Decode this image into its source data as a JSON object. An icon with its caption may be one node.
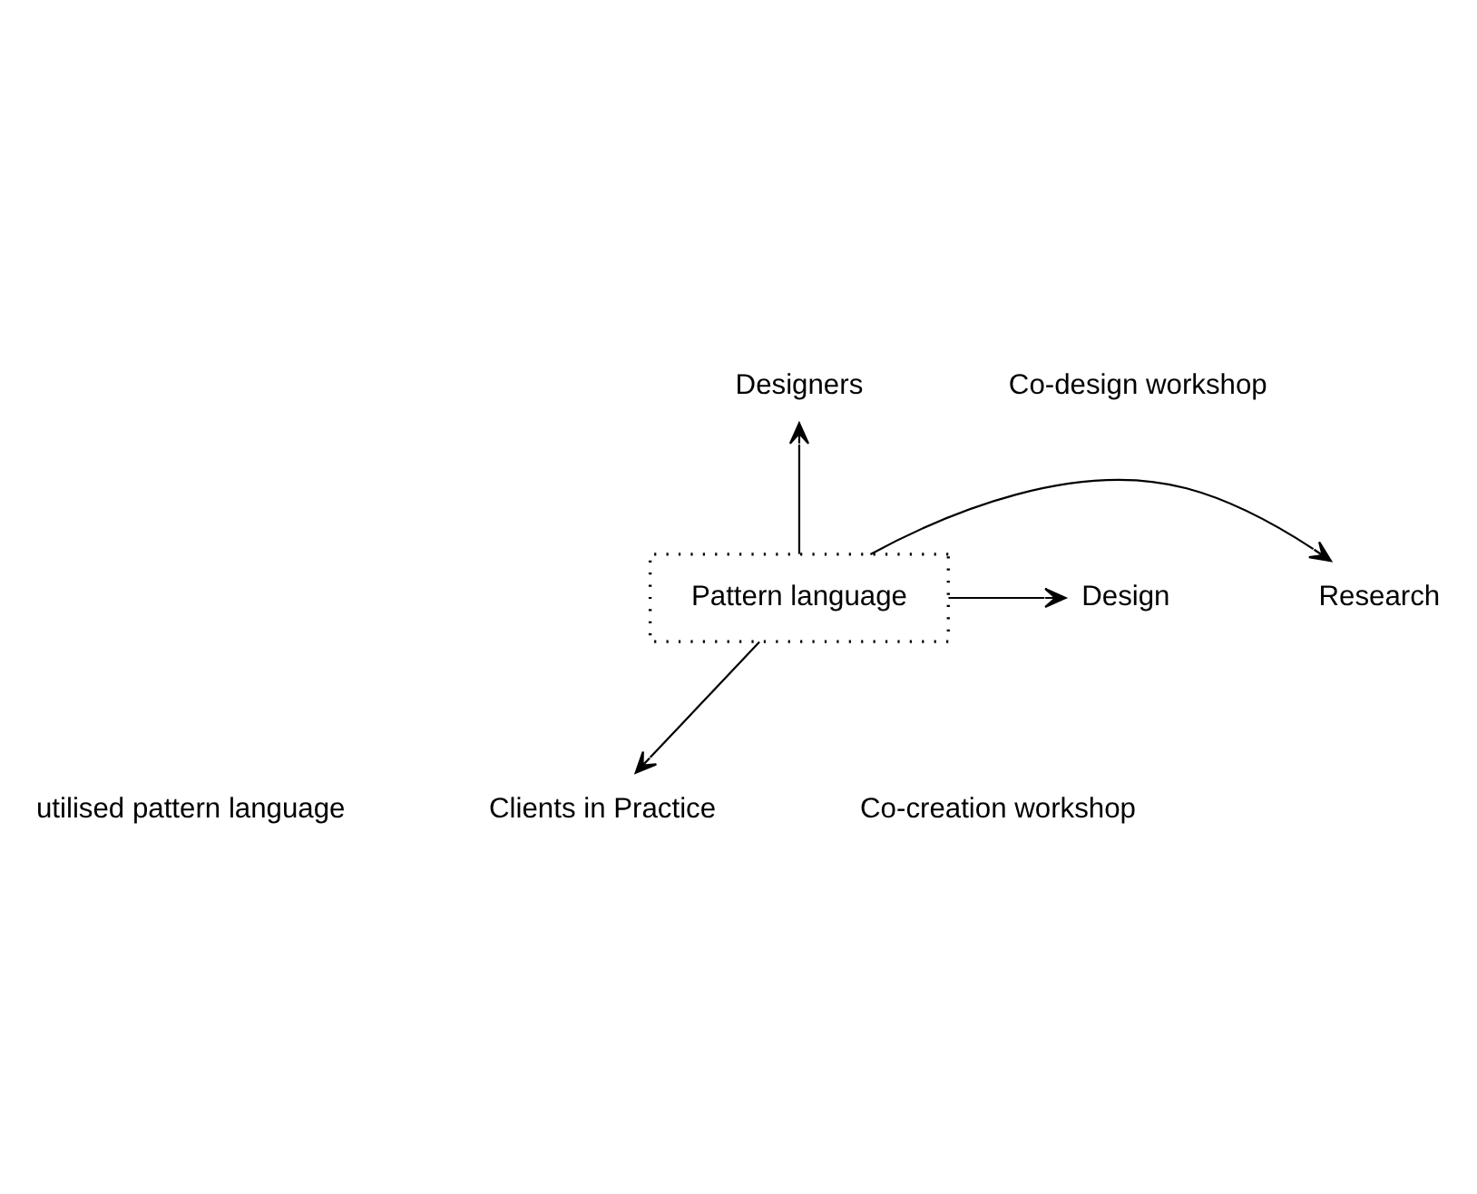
{
  "diagram": {
    "nodes": [
      {
        "text": [
          "Pattern language"
        ]
      },
      {
        "text": [
          "Designers"
        ]
      },
      {
        "text": [
          "Research"
        ]
      },
      {
        "text": [
          "Design"
        ]
      },
      {
        "text": [
          "Clients in Practice"
        ]
      }
    ],
    "edges": [
      {
        "from": 0,
        "to": 1,
        "arrow": "to"
      },
      {
        "from": 0,
        "to": 2,
        "arrow": "to"
      },
      {
        "from": 0,
        "to": 3,
        "arrow": "to"
      },
      {
        "from": 0,
        "to": 4,
        "arrow": "to"
      }
    ],
    "labels": [
      "Co-design workshop",
      "Co-creation workshop",
      "utilised pattern language"
    ]
  }
}
